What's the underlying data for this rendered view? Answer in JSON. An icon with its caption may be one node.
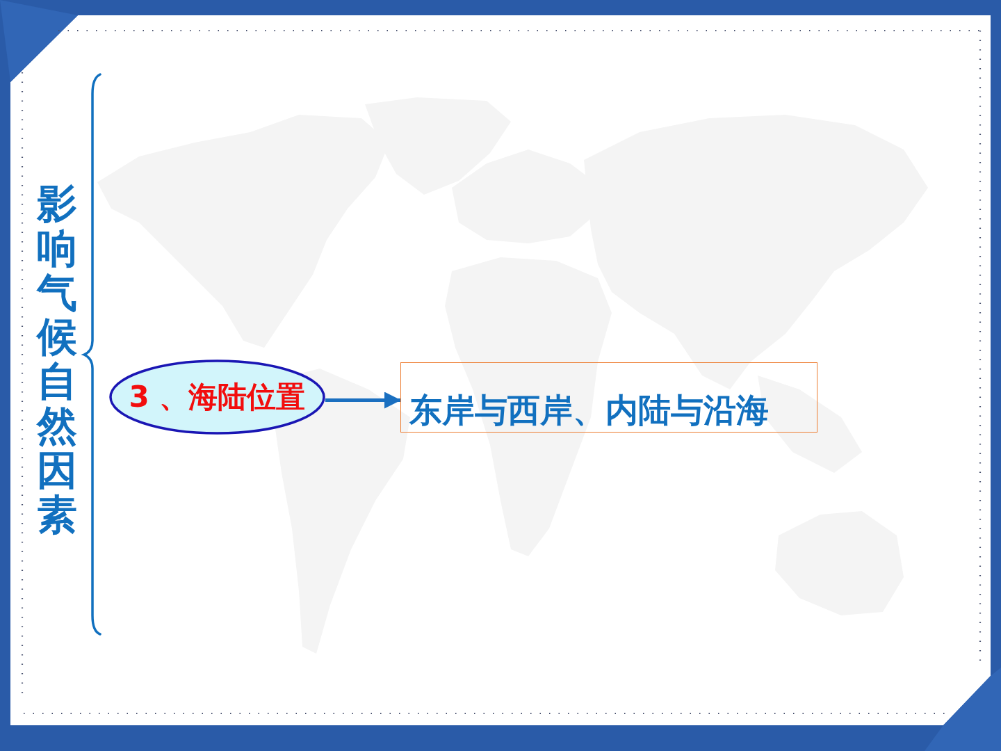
{
  "diagram": {
    "nodes": [
      {
        "text": [
          "3 、海陆位置"
        ]
      },
      {
        "text": [
          "东岸与西岸、内陆与沿海"
        ]
      }
    ],
    "edges": [
      {
        "from": 0,
        "to": 1,
        "arrow": "to"
      }
    ],
    "labels": [
      "影响气候自然因素"
    ]
  }
}
